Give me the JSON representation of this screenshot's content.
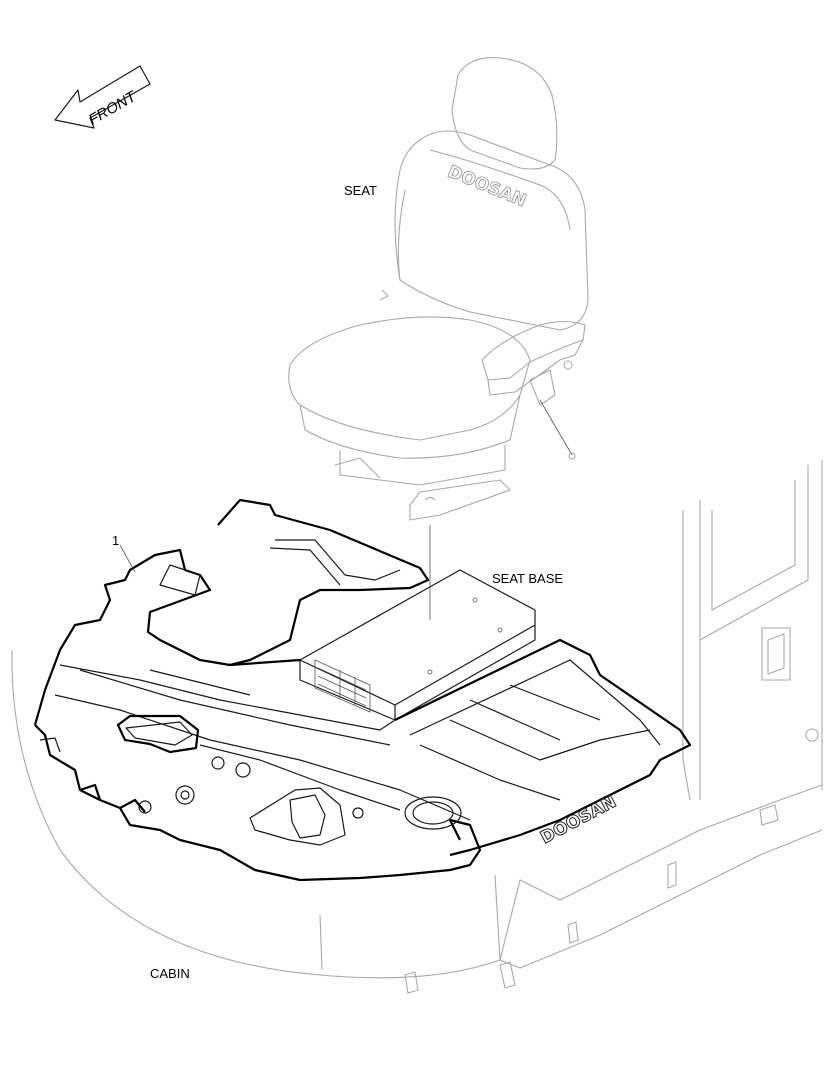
{
  "direction": {
    "label": "FRONT",
    "icon": "front-arrow-icon"
  },
  "labels": {
    "seat": "SEAT",
    "seat_base": "SEAT BASE",
    "cabin": "CABIN",
    "part_number": "1"
  },
  "branding": {
    "seat_logo": "DOOSAN",
    "mat_logo": "DOOSAN"
  },
  "colors": {
    "highlight_line": "#000000",
    "ghost_line": "#a8a8a8",
    "background": "#ffffff"
  }
}
